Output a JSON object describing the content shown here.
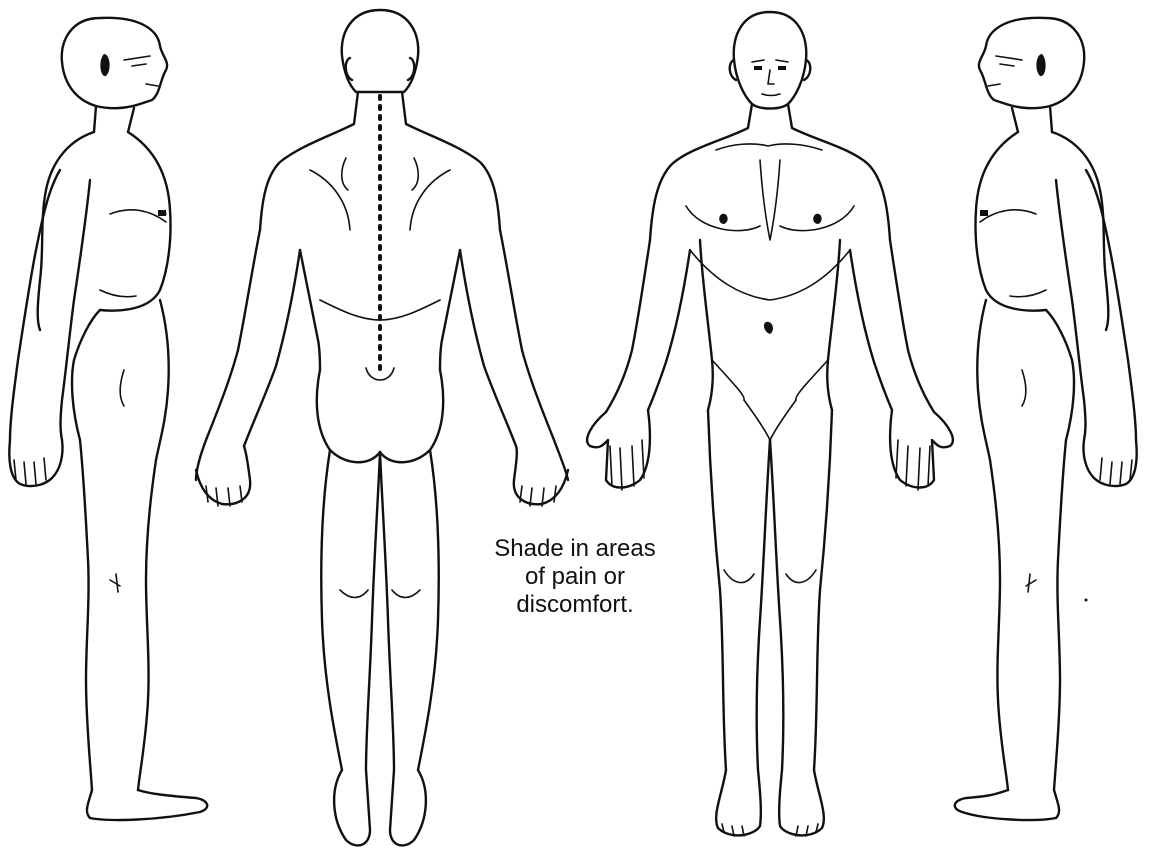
{
  "instruction": {
    "lines": [
      "Shade in areas",
      "of pain or",
      "discomfort."
    ]
  },
  "figures": [
    {
      "view": "right-side",
      "icon": "body-side-icon"
    },
    {
      "view": "back",
      "icon": "body-back-icon"
    },
    {
      "view": "front",
      "icon": "body-front-icon"
    },
    {
      "view": "left-side",
      "icon": "body-side-icon"
    }
  ],
  "colors": {
    "ink": "#111111",
    "background": "#ffffff"
  }
}
